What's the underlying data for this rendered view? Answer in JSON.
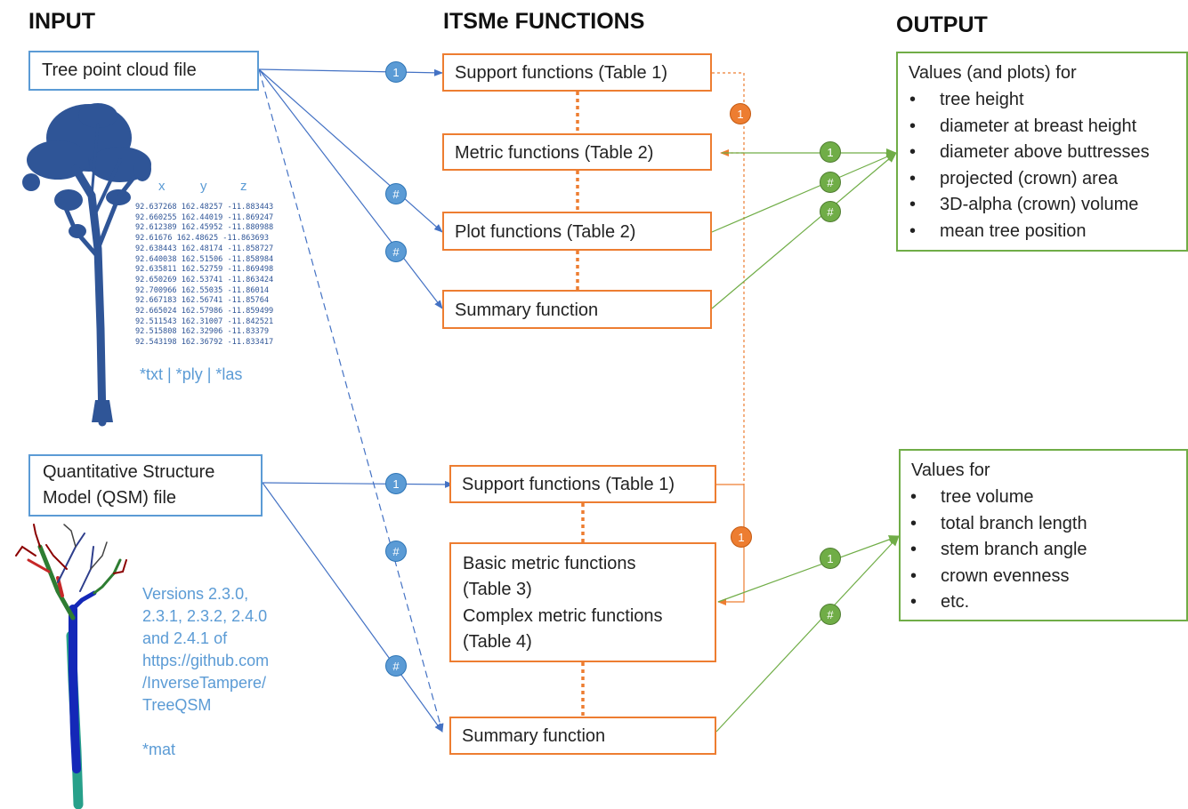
{
  "headers": {
    "input": "INPUT",
    "functions": "ITSMe FUNCTIONS",
    "output": "OUTPUT"
  },
  "inputs": {
    "point_cloud": "Tree point cloud file",
    "qsm_line1": "Quantitative Structure",
    "qsm_line2": "Model (QSM) file"
  },
  "coordinates": {
    "cols": [
      "x",
      "y",
      "z"
    ],
    "rows": [
      "92.637268 162.48257 -11.883443",
      "92.660255 162.44019 -11.869247",
      "92.612389 162.45952 -11.880988",
      "92.61676 162.48625 -11.863693",
      "92.638443 162.48174 -11.858727",
      "92.640038 162.51506 -11.858984",
      "92.635811 162.52759 -11.869498",
      "92.650269 162.53741 -11.863424",
      "92.700966 162.55035 -11.86014",
      "92.667183 162.56741 -11.85764",
      "92.665024 162.57986 -11.859499",
      "92.511543 162.31007 -11.842521",
      "92.515808 162.32906 -11.83379",
      "92.543198 162.36792 -11.833417"
    ]
  },
  "pc_formats": "*txt | *ply | *las",
  "qsm_versions": [
    "Versions 2.3.0,",
    "2.3.1, 2.3.2, 2.4.0",
    "and 2.4.1 of",
    "https://github.com",
    "/InverseTampere/",
    "TreeQSM",
    "",
    "*mat"
  ],
  "functions_top": {
    "support": "Support functions (Table 1)",
    "metric": "Metric functions (Table 2)",
    "plot": "Plot functions (Table 2)",
    "summary": "Summary function"
  },
  "functions_bottom": {
    "support": "Support functions (Table 1)",
    "basic_1": "Basic metric functions",
    "basic_2": "(Table 3)",
    "complex_1": "Complex metric functions",
    "complex_2": "(Table 4)",
    "summary": "Summary function"
  },
  "output_top": {
    "title": "Values (and plots) for",
    "items": [
      "tree height",
      "diameter at breast height",
      "diameter above buttresses",
      "projected (crown) area",
      "3D-alpha (crown) volume",
      "mean tree position"
    ]
  },
  "output_bottom": {
    "title": "Values for",
    "items": [
      "tree volume",
      "total branch length",
      "stem branch angle",
      "crown evenness",
      "etc."
    ]
  },
  "badges": {
    "one": "1",
    "hash": "#"
  },
  "colors": {
    "input": "#5b9bd5",
    "functions": "#ed7d31",
    "output": "#70ad47",
    "point_cloud": "#2f5597"
  }
}
